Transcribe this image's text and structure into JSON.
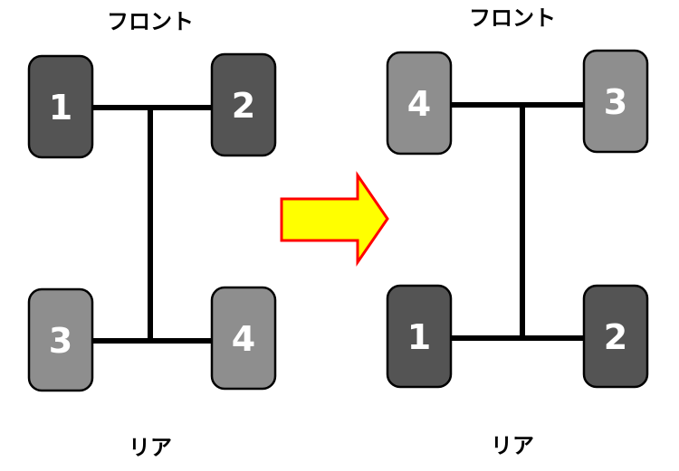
{
  "colors": {
    "tire_dark": "#545454",
    "tire_light": "#8e8e8e",
    "arrow_fill": "#ffff00",
    "arrow_stroke": "#ff0000",
    "axle": "#000000",
    "background": "#ffffff"
  },
  "before": {
    "front_label": "フロント",
    "rear_label": "リア",
    "tires": [
      {
        "position": "front-left",
        "number": "1",
        "shade": "dark"
      },
      {
        "position": "front-right",
        "number": "2",
        "shade": "dark"
      },
      {
        "position": "rear-left",
        "number": "3",
        "shade": "light"
      },
      {
        "position": "rear-right",
        "number": "4",
        "shade": "light"
      }
    ]
  },
  "after": {
    "front_label": "フロント",
    "rear_label": "リア",
    "tires": [
      {
        "position": "front-left",
        "number": "4",
        "shade": "light"
      },
      {
        "position": "front-right",
        "number": "3",
        "shade": "light"
      },
      {
        "position": "rear-left",
        "number": "1",
        "shade": "dark"
      },
      {
        "position": "rear-right",
        "number": "2",
        "shade": "dark"
      }
    ]
  },
  "arrow": {
    "direction": "right",
    "icon": "right-arrow-icon"
  }
}
